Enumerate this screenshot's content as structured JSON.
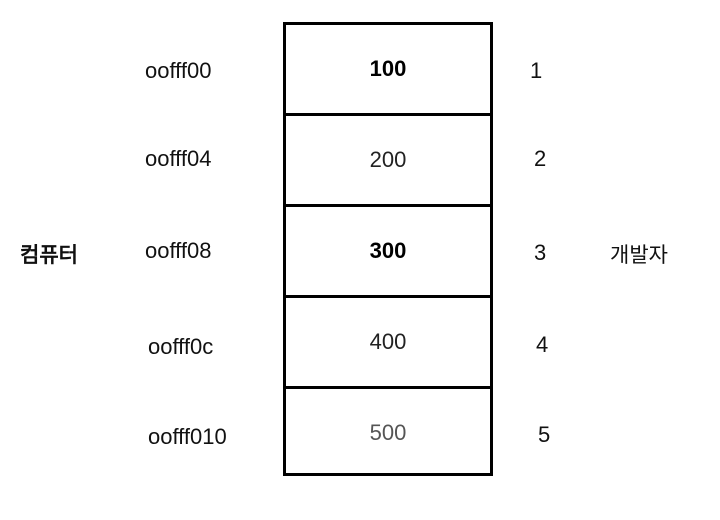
{
  "labels": {
    "left": "컴퓨터",
    "right": "개발자"
  },
  "rows": [
    {
      "address": "oofff00",
      "value": "100",
      "index": "1",
      "value_color": "#000000",
      "bold": true
    },
    {
      "address": "oofff04",
      "value": "200",
      "index": "2",
      "value_color": "#222222",
      "bold": false
    },
    {
      "address": "oofff08",
      "value": "300",
      "index": "3",
      "value_color": "#000000",
      "bold": true
    },
    {
      "address": "oofff0c",
      "value": "400",
      "index": "4",
      "value_color": "#222222",
      "bold": false
    },
    {
      "address": "oofff010",
      "value": "500",
      "index": "5",
      "value_color": "#555555",
      "bold": false
    }
  ]
}
